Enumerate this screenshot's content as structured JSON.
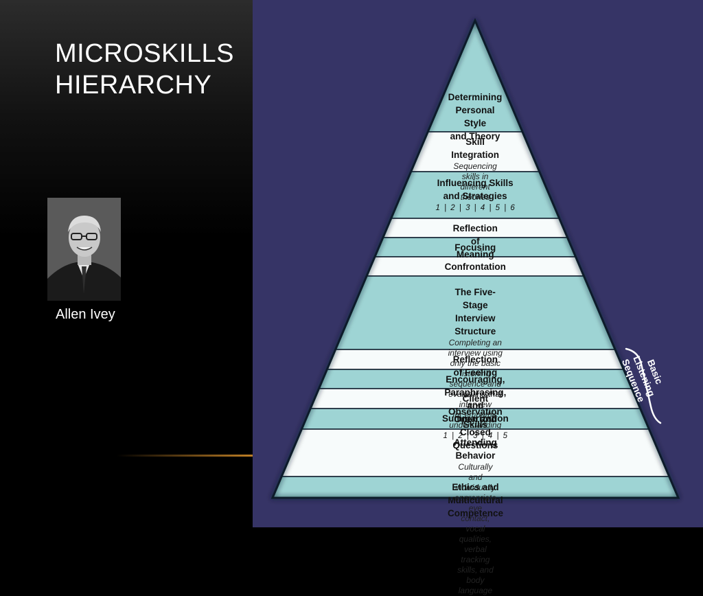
{
  "slide": {
    "title_line1": "MICROSKILLS",
    "title_line2": "HIERARCHY",
    "photo_caption": "Allen Ivey"
  },
  "pyramid": {
    "tiers": [
      {
        "main": "Determining\nPersonal Style\nand Theory",
        "shade": "teal"
      },
      {
        "main": "Skill Integration",
        "sub": "Sequencing skills in\ndifferent theories",
        "shade": "white"
      },
      {
        "main": "Influencing Skills\nand Strategies",
        "nums": "1 | 2 | 3 | 4 | 5 | 6",
        "shade": "teal"
      },
      {
        "main": "Reflection of Meaning",
        "shade": "white"
      },
      {
        "main": "Focusing",
        "shade": "teal"
      },
      {
        "main": "Confrontation",
        "shade": "white"
      },
      {
        "main": "The Five-Stage Interview Structure",
        "sub": "Completing an interview using only the basic\nlistening sequence and evaluating that interview\nfor empathic understanding",
        "nums": "1 | 2 | 3 | 4 | 5",
        "shade": "teal"
      },
      {
        "main": "Reflection of Feeling",
        "shade": "white"
      },
      {
        "main": "Encouraging, Paraphrasing, and Summarization",
        "shade": "teal"
      },
      {
        "main": "Client Observation Skills",
        "shade": "white"
      },
      {
        "main": "Open and Closed Questions",
        "shade": "teal"
      },
      {
        "main": "Attending Behavior",
        "sub": "Culturally and individually appropriate eye contact,\nvocal qualities, verbal tracking skills, and body language",
        "shade": "white"
      },
      {
        "main": "Ethics and Multicultural Competence",
        "shade": "teal"
      }
    ],
    "basic_listening_label": "Basic Listening\nSequence"
  },
  "colors": {
    "background_left": "#000000",
    "background_right": "#363466",
    "tier_teal": "#9ed4d4",
    "tier_white": "#f7fbfb",
    "outline": "#0d1a2a",
    "accent_line": "#ffaa33"
  }
}
